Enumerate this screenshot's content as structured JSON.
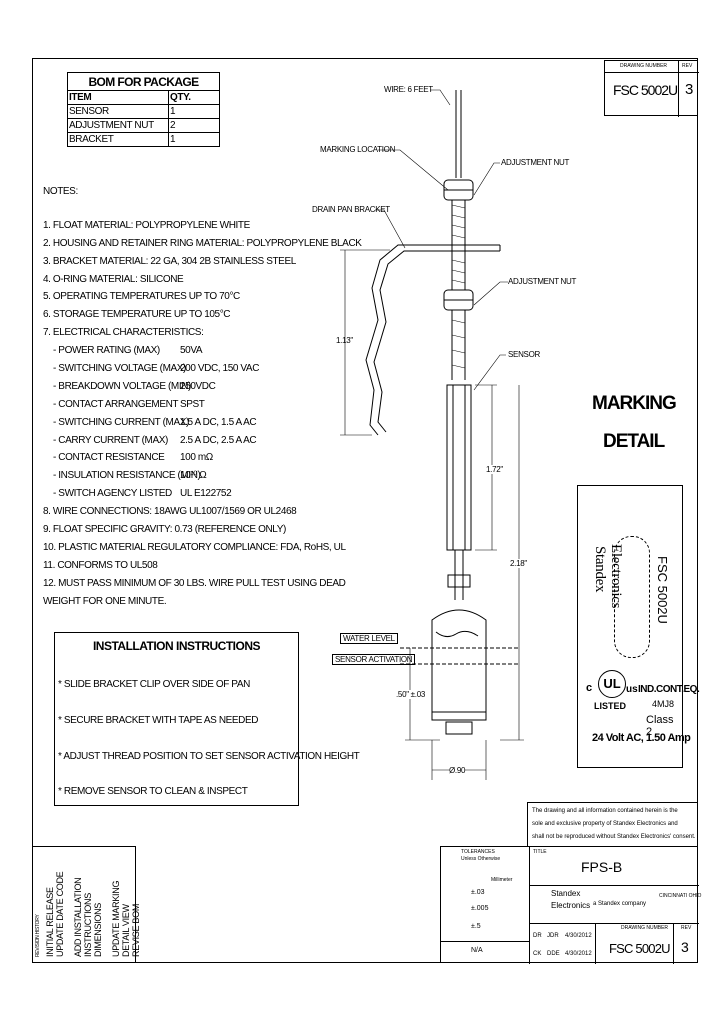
{
  "bom": {
    "title": "BOM FOR PACKAGE",
    "col_item": "ITEM",
    "col_qty": "QTY.",
    "rows": [
      {
        "item": "SENSOR",
        "qty": "1"
      },
      {
        "item": "ADJUSTMENT NUT",
        "qty": "2"
      },
      {
        "item": "BRACKET",
        "qty": "1"
      }
    ]
  },
  "notes": {
    "heading": "NOTES:",
    "lines": [
      "1.  FLOAT MATERIAL: POLYPROPYLENE WHITE",
      "2.  HOUSING AND RETAINER RING MATERIAL: POLYPROPYLENE  BLACK",
      "3.  BRACKET MATERIAL: 22 GA, 304 2B STAINLESS STEEL",
      "4.  O-RING MATERIAL: SILICONE",
      "5.  OPERATING TEMPERATURES UP TO 70°C",
      "6.  STORAGE TEMPERATURE UP TO 105°C",
      "7.  ELECTRICAL CHARACTERISTICS:"
    ],
    "elec": [
      {
        "k": "- POWER RATING (MAX)",
        "v": "50VA"
      },
      {
        "k": "- SWITCHING VOLTAGE (MAX)",
        "v": "200 VDC, 150 VAC"
      },
      {
        "k": "- BREAKDOWN VOLTAGE (MIN)",
        "v": "250VDC"
      },
      {
        "k": "- CONTACT ARRANGEMENT",
        "v": "SPST"
      },
      {
        "k": "- SWITCHING CURRENT (MAX)",
        "v": "1.5 A DC, 1.5 A AC"
      },
      {
        "k": "- CARRY CURRENT (MAX)",
        "v": "2.5 A DC, 2.5 A AC"
      },
      {
        "k": "- CONTACT RESISTANCE",
        "v": "100 mΩ"
      },
      {
        "k": "- INSULATION RESISTANCE (MIN)",
        "v": "10¹⁰ Ω"
      },
      {
        "k": "- SWITCH AGENCY LISTED",
        "v": "UL E122752"
      }
    ],
    "tail": [
      "8.  WIRE CONNECTIONS: 18AWG UL1007/1569 OR UL2468",
      "9.  FLOAT SPECIFIC GRAVITY: 0.73 (REFERENCE ONLY)",
      "10.  PLASTIC MATERIAL REGULATORY COMPLIANCE: FDA, RoHS, UL",
      "11.  CONFORMS TO UL508",
      "12.  MUST PASS MINIMUM OF 30 LBS. WIRE PULL TEST USING DEAD",
      "      WEIGHT FOR ONE MINUTE."
    ]
  },
  "install": {
    "title": "INSTALLATION INSTRUCTIONS",
    "steps": [
      "* SLIDE BRACKET CLIP OVER SIDE OF PAN",
      "* SECURE BRACKET WITH TAPE AS NEEDED",
      "* ADJUST THREAD POSITION TO SET SENSOR ACTIVATION HEIGHT",
      "* REMOVE SENSOR TO CLEAN & INSPECT"
    ]
  },
  "drawing": {
    "wire": "WIRE: 6 FEET",
    "marking_location": "MARKING LOCATION",
    "adj_nut_top": "ADJUSTMENT NUT",
    "drain_pan_bracket": "DRAIN PAN BRACKET",
    "adj_nut_bottom": "ADJUSTMENT NUT",
    "sensor": "SENSOR",
    "water_level": "WATER LEVEL",
    "sensor_activation": "SENSOR ACTIVATION",
    "dim_113": "1.13\"",
    "dim_172": "1.72\"",
    "dim_218": "2.18\"",
    "dim_050": ".50\" ±.03",
    "dim_090": "Ø.90"
  },
  "marking": {
    "title1": "MARKING",
    "title2": "DETAIL",
    "brand1": "Standex",
    "brand2": "Electronics",
    "part": "FSC 5002U",
    "ul_c": "c",
    "ul_us": "us",
    "ul_listed": "LISTED",
    "ind": "IND.CONT.EQ.",
    "code": "4MJ8",
    "class": "Class 2",
    "rating": "24 Volt AC, 1.50 Amp"
  },
  "title_block": {
    "dwg_no_label": "DRAWING NUMBER",
    "rev_label": "REV",
    "dwg_no_top": "FSC 5002U",
    "rev_top": "3",
    "notice": [
      "The drawing and all information contained herein is the",
      "sole and exclusive property of Standex Electronics and",
      "shall not be reproduced without Standex Electronics' consent."
    ],
    "tol_title": "TOLERANCES",
    "tol_sub": "Unless Otherwise",
    "tol_mm": "Millimeter",
    "tol_1": "±.03",
    "tol_2": "±.005",
    "tol_3": "±.5",
    "title_label": "TITLE",
    "title": "FPS-B",
    "company1": "Standex",
    "company2": "Electronics",
    "company3": "a Standex company",
    "addr": "CINCINNATI OHIO",
    "dwg_no_label2": "DRAWING NUMBER",
    "rev_label2": "REV",
    "dwg_no_bottom": "FSC 5002U",
    "rev_bottom": "3",
    "scale": "N/A",
    "dr_label": "DR",
    "ck_label": "CK",
    "dr": "JDR",
    "ck": "DDE",
    "date1": "4/30/2012",
    "date2": "4/30/2012",
    "rev_history": [
      "REVISION HISTORY",
      "INITIAL RELEASE",
      "UPDATE DATE CODE",
      "ADD INSTALLATION",
      "INSTRUCTIONS",
      "DIMENSIONS",
      "UPDATE MARKING",
      "DETAIL VIEW",
      "REVISE BOM"
    ]
  }
}
